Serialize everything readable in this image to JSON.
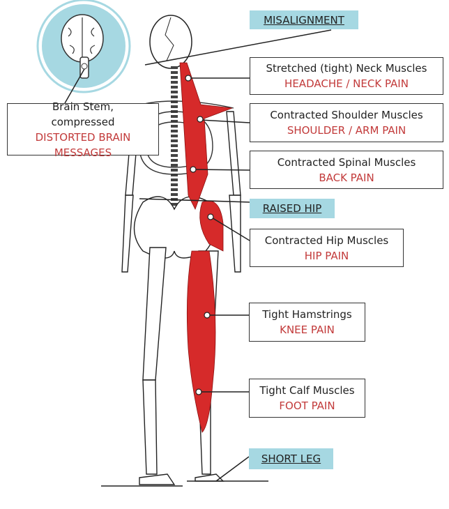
{
  "labels": {
    "misalignment": "MISALIGNMENT",
    "raised_hip": "RAISED HIP",
    "short_leg": "SHORT LEG"
  },
  "callouts": [
    {
      "cause": "Stretched (tight) Neck Muscles",
      "effect": "HEADACHE / NECK PAIN"
    },
    {
      "cause": "Contracted Shoulder Muscles",
      "effect": "SHOULDER / ARM PAIN"
    },
    {
      "cause": "Contracted Spinal Muscles",
      "effect": "BACK PAIN"
    },
    {
      "cause": "Brain Stem, compressed",
      "effect": "DISTORTED BRAIN MESSAGES"
    },
    {
      "cause": "Contracted Hip Muscles",
      "effect": "HIP PAIN"
    },
    {
      "cause": "Tight Hamstrings",
      "effect": "KNEE PAIN"
    },
    {
      "cause": "Tight Calf Muscles",
      "effect": "FOOT PAIN"
    }
  ],
  "colors": {
    "muscle": "#d62a2a",
    "tag": "#a6d8e2",
    "pain_text": "#c23a3a"
  }
}
